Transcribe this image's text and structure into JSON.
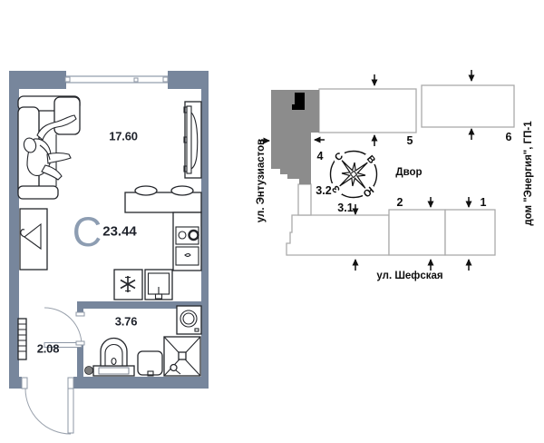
{
  "floorplan": {
    "type_letter": "С",
    "total_area": "23.44",
    "room_area": "17.60",
    "bathroom_area": "3.76",
    "hall_area": "2.08"
  },
  "siteplan": {
    "courtyard": "Двор",
    "street_left": "ул. Энтузиастов",
    "street_bottom": "ул. Шефская",
    "house_right": "дом \"Энергия\", ГП-1",
    "buildings": {
      "b1": "1",
      "b2": "2",
      "b31": "3.1",
      "b32": "3.2",
      "b4": "4",
      "b5": "5",
      "b6": "6"
    },
    "compass": {
      "n": "С",
      "e": "В",
      "s": "Ю",
      "w": "З"
    }
  },
  "colors": {
    "wall": "#77869c",
    "type_letter": "#8d9db2",
    "highlighted_building": "#8c8c8c",
    "location_marker": "#000000",
    "building_outline": "#ababab"
  }
}
